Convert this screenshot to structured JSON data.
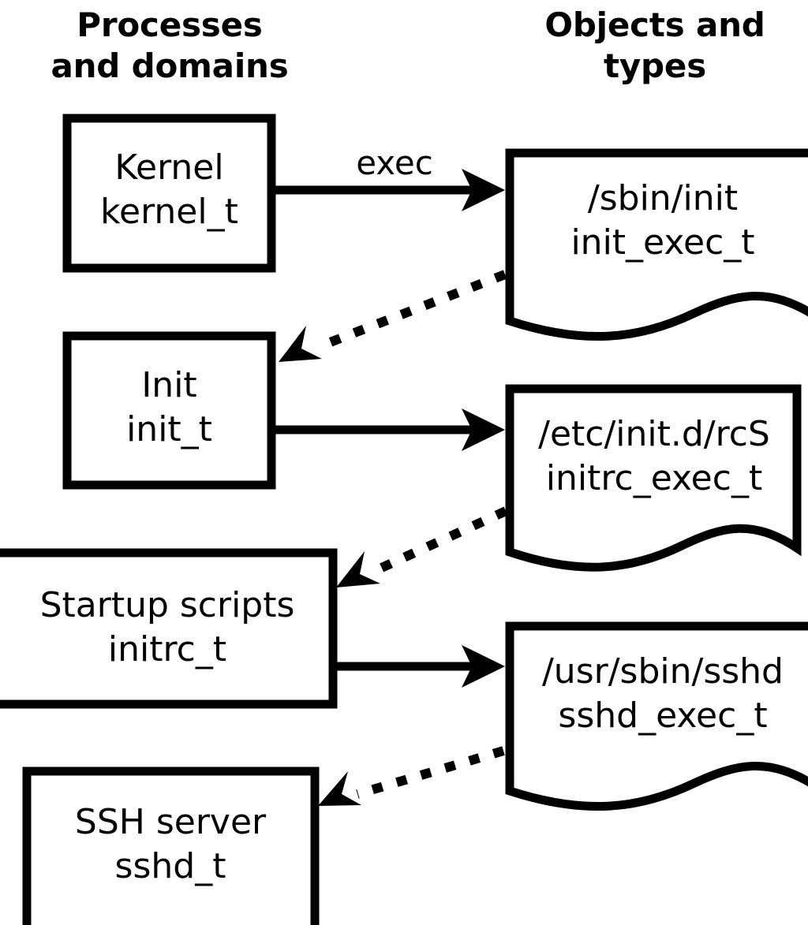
{
  "columns": {
    "left_header": "Processes\nand domains",
    "right_header": "Objects and\ntypes"
  },
  "colors": {
    "stroke": "#000000",
    "fill": "#ffffff",
    "background": "#ffffff"
  },
  "processes": [
    {
      "id": "kernel",
      "title": "Kernel",
      "type": "kernel_t",
      "label": "Kernel\nkernel_t"
    },
    {
      "id": "init",
      "title": "Init",
      "type": "init_t",
      "label": "Init\ninit_t"
    },
    {
      "id": "initrc",
      "title": "Startup scripts",
      "type": "initrc_t",
      "label": "Startup scripts\ninitrc_t"
    },
    {
      "id": "sshd",
      "title": "SSH server",
      "type": "sshd_t",
      "label": "SSH server\nsshd_t"
    }
  ],
  "objects": [
    {
      "id": "init_exec",
      "path": "/sbin/init",
      "type": "init_exec_t",
      "label": "/sbin/init\ninit_exec_t"
    },
    {
      "id": "initrc_exec",
      "path": "/etc/init.d/rcS",
      "type": "initrc_exec_t",
      "label": "/etc/init.d/rcS\ninitrc_exec_t"
    },
    {
      "id": "sshd_exec",
      "path": "/usr/sbin/sshd",
      "type": "sshd_exec_t",
      "label": "/usr/sbin/sshd\nsshd_exec_t"
    }
  ],
  "edges": [
    {
      "id": "exec-kernel-initexec",
      "from": "kernel",
      "to": "init_exec",
      "label": "exec",
      "style": "solid"
    },
    {
      "id": "trans-initexec-init",
      "from": "init_exec",
      "to": "init",
      "label": "",
      "style": "dotted"
    },
    {
      "id": "exec-init-initrcexec",
      "from": "init",
      "to": "initrc_exec",
      "label": "",
      "style": "solid"
    },
    {
      "id": "trans-initrcexec-initrc",
      "from": "initrc_exec",
      "to": "initrc",
      "label": "",
      "style": "dotted"
    },
    {
      "id": "exec-initrc-sshdexec",
      "from": "initrc",
      "to": "sshd_exec",
      "label": "",
      "style": "solid"
    },
    {
      "id": "trans-sshdexec-sshd",
      "from": "sshd_exec",
      "to": "sshd",
      "label": "",
      "style": "dotted"
    }
  ]
}
